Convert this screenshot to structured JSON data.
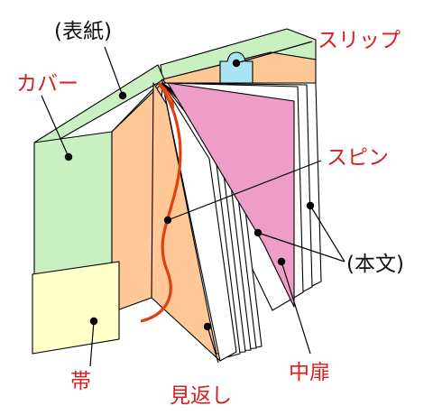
{
  "labels": {
    "cover": "(表紙)",
    "jacket": "カバー",
    "slip": "スリップ",
    "spine_ribbon": "スピン",
    "body_text": "(本文)",
    "obi": "帯",
    "endpaper": "見返し",
    "half_title": "中扉"
  },
  "colors": {
    "label_red": "#d81e1e",
    "label_black": "#111111",
    "jacket_green": "#c8f0c0",
    "endpaper_orange": "#ffc896",
    "half_title_pink": "#ee9cc8",
    "obi_yellow": "#ffffc8",
    "slip_blue": "#a8e4f4",
    "ribbon_red": "#e04010",
    "pages_white": "#ffffff"
  }
}
